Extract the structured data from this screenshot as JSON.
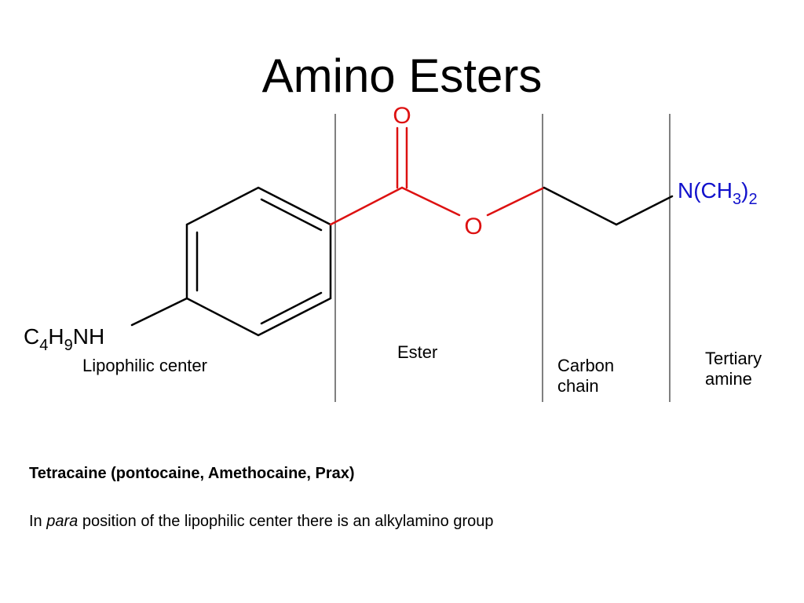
{
  "title": "Amino Esters",
  "colors": {
    "ester": "#dd1111",
    "amine": "#1111cc",
    "bond": "#000000"
  },
  "atoms": {
    "carbonyl_oxygen": "O",
    "ester_oxygen": "O",
    "tertiary_amine": {
      "main": "N(CH",
      "sub1": "3",
      "close": ")",
      "sub2": "2"
    },
    "butylamino": {
      "c": "C",
      "sub1": "4",
      "h": "H",
      "sub2": "9",
      "nh": "NH"
    }
  },
  "regions": {
    "lipophilic": "Lipophilic center",
    "ester": "Ester",
    "carbon_chain": [
      "Carbon",
      "chain"
    ],
    "tertiary_amine": [
      "Tertiary",
      "amine"
    ]
  },
  "drug_name": "Tetracaine (pontocaine, Amethocaine, Prax)",
  "note": {
    "prefix": "In ",
    "italic": "para",
    "suffix": " position of the lipophilic center there is an alkylamino group"
  }
}
